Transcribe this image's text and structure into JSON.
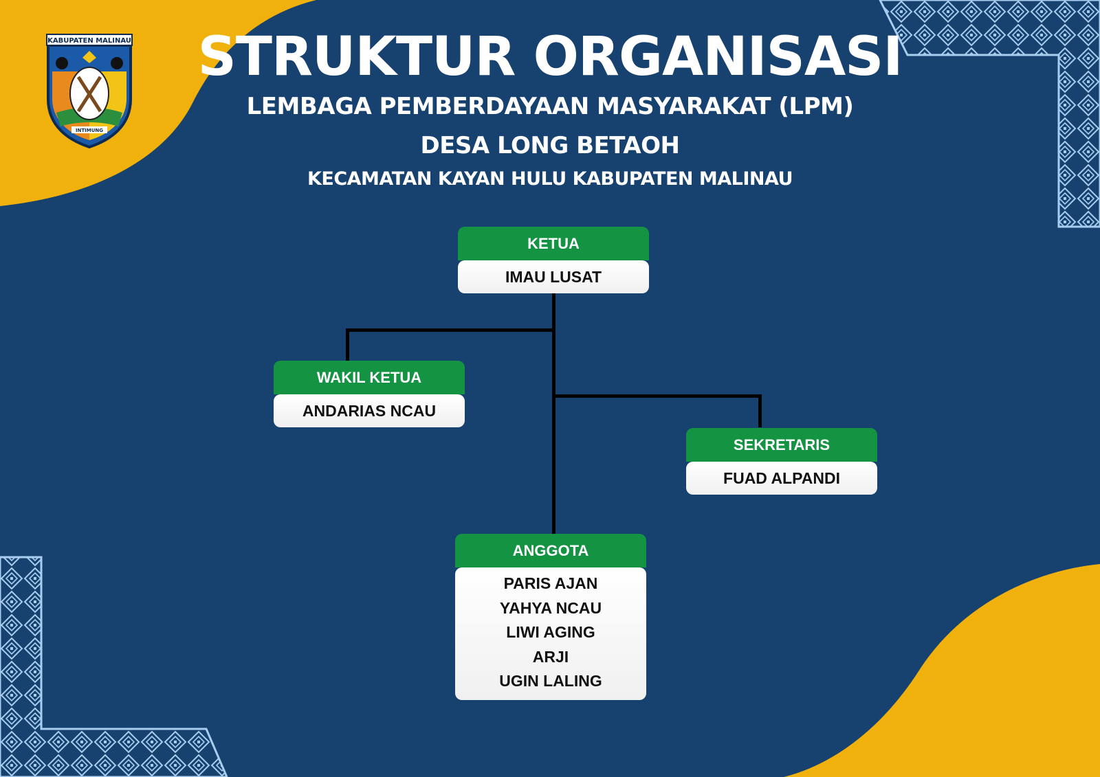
{
  "header": {
    "title": "STRUKTUR ORGANISASI",
    "subtitle_1": "LEMBAGA PEMBERDAYAAN MASYARAKAT (LPM)",
    "subtitle_2": "DESA LONG BETAOH",
    "subtitle_3": "KECAMATAN KAYAN HULU KABUPATEN MALINAU"
  },
  "logo": {
    "banner_text": "KABUPATEN MALINAU",
    "motto_text": "INTIMUNG"
  },
  "org": {
    "ketua": {
      "role": "KETUA",
      "name": "IMAU LUSAT"
    },
    "wakil": {
      "role": "WAKIL KETUA",
      "name": "ANDARIAS NCAU"
    },
    "sekretaris": {
      "role": "SEKRETARIS",
      "name": "FUAD ALPANDI"
    },
    "anggota": {
      "role": "ANGGOTA",
      "members": [
        "PARIS AJAN",
        "YAHYA NCAU",
        "LIWI AGING",
        "ARJI",
        "UGIN LALING"
      ]
    }
  },
  "colors": {
    "background": "#17416f",
    "accent_yellow": "#f0b10d",
    "header_green": "#149443",
    "pattern": "#a9cdee"
  }
}
